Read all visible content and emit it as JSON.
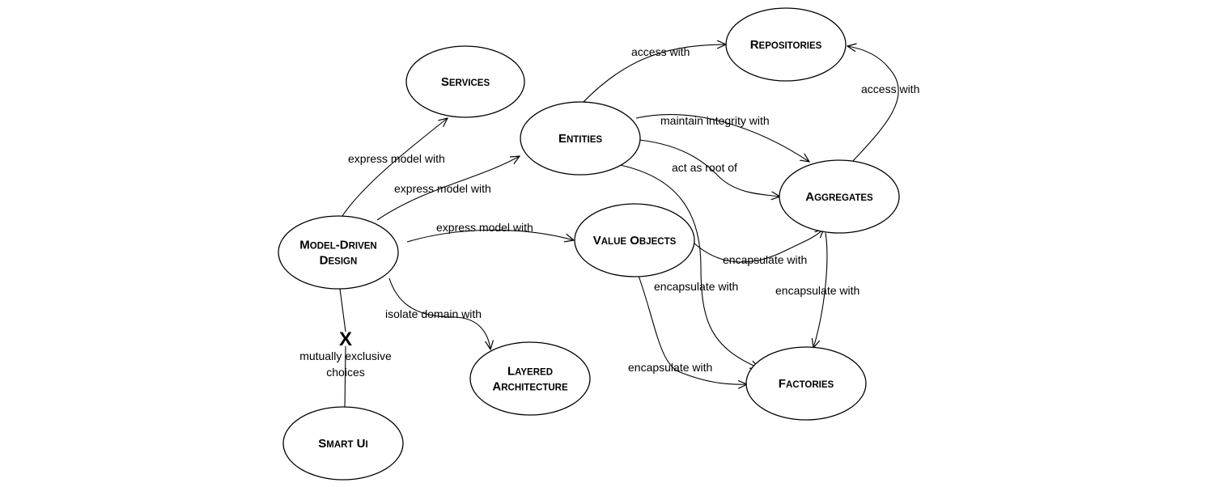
{
  "nodes": [
    {
      "id": "services",
      "lines": [
        "Services"
      ]
    },
    {
      "id": "repositories",
      "lines": [
        "Repositories"
      ]
    },
    {
      "id": "entities",
      "lines": [
        "Entities"
      ]
    },
    {
      "id": "aggregates",
      "lines": [
        "Aggregates"
      ]
    },
    {
      "id": "model-driven-design",
      "lines": [
        "Model-Driven",
        "Design"
      ]
    },
    {
      "id": "value-objects",
      "lines": [
        "Value Objects"
      ]
    },
    {
      "id": "layered-architecture",
      "lines": [
        "Layered",
        "Architecture"
      ]
    },
    {
      "id": "factories",
      "lines": [
        "Factories"
      ]
    },
    {
      "id": "smart-ui",
      "lines": [
        "Smart UI"
      ]
    }
  ],
  "edges": [
    {
      "id": "mdd-services",
      "from": "model-driven-design",
      "to": "services",
      "label": "express model with",
      "arrow": true
    },
    {
      "id": "mdd-entities",
      "from": "model-driven-design",
      "to": "entities",
      "label": "express model with",
      "arrow": true
    },
    {
      "id": "mdd-value-objects",
      "from": "model-driven-design",
      "to": "value-objects",
      "label": "express model with",
      "arrow": true
    },
    {
      "id": "mdd-layered",
      "from": "model-driven-design",
      "to": "layered-architecture",
      "label": "isolate domain with",
      "arrow": true
    },
    {
      "id": "mdd-smart-ui",
      "from": "model-driven-design",
      "to": "smart-ui",
      "label": "mutually exclusive choices",
      "arrow": false,
      "mark": "X"
    },
    {
      "id": "entities-repositories",
      "from": "entities",
      "to": "repositories",
      "label": "access with",
      "arrow": true
    },
    {
      "id": "entities-aggregates-integrity",
      "from": "entities",
      "to": "aggregates",
      "label": "maintain integrity with",
      "arrow": true
    },
    {
      "id": "entities-aggregates-root",
      "from": "entities",
      "to": "aggregates",
      "label": "act as root of",
      "arrow": true
    },
    {
      "id": "entities-factories",
      "from": "entities",
      "to": "factories",
      "label": "encapsulate with",
      "arrow": true
    },
    {
      "id": "aggregates-repositories",
      "from": "aggregates",
      "to": "repositories",
      "label": "access with",
      "arrow": true
    },
    {
      "id": "value-objects-aggregates",
      "from": "value-objects",
      "to": "aggregates",
      "label": "encapsulate with",
      "arrow": true
    },
    {
      "id": "value-objects-factories",
      "from": "value-objects",
      "to": "factories",
      "label": "encapsulate with",
      "arrow": true
    },
    {
      "id": "aggregates-factories",
      "from": "aggregates",
      "to": "factories",
      "label": "encapsulate with",
      "arrow": true
    }
  ]
}
